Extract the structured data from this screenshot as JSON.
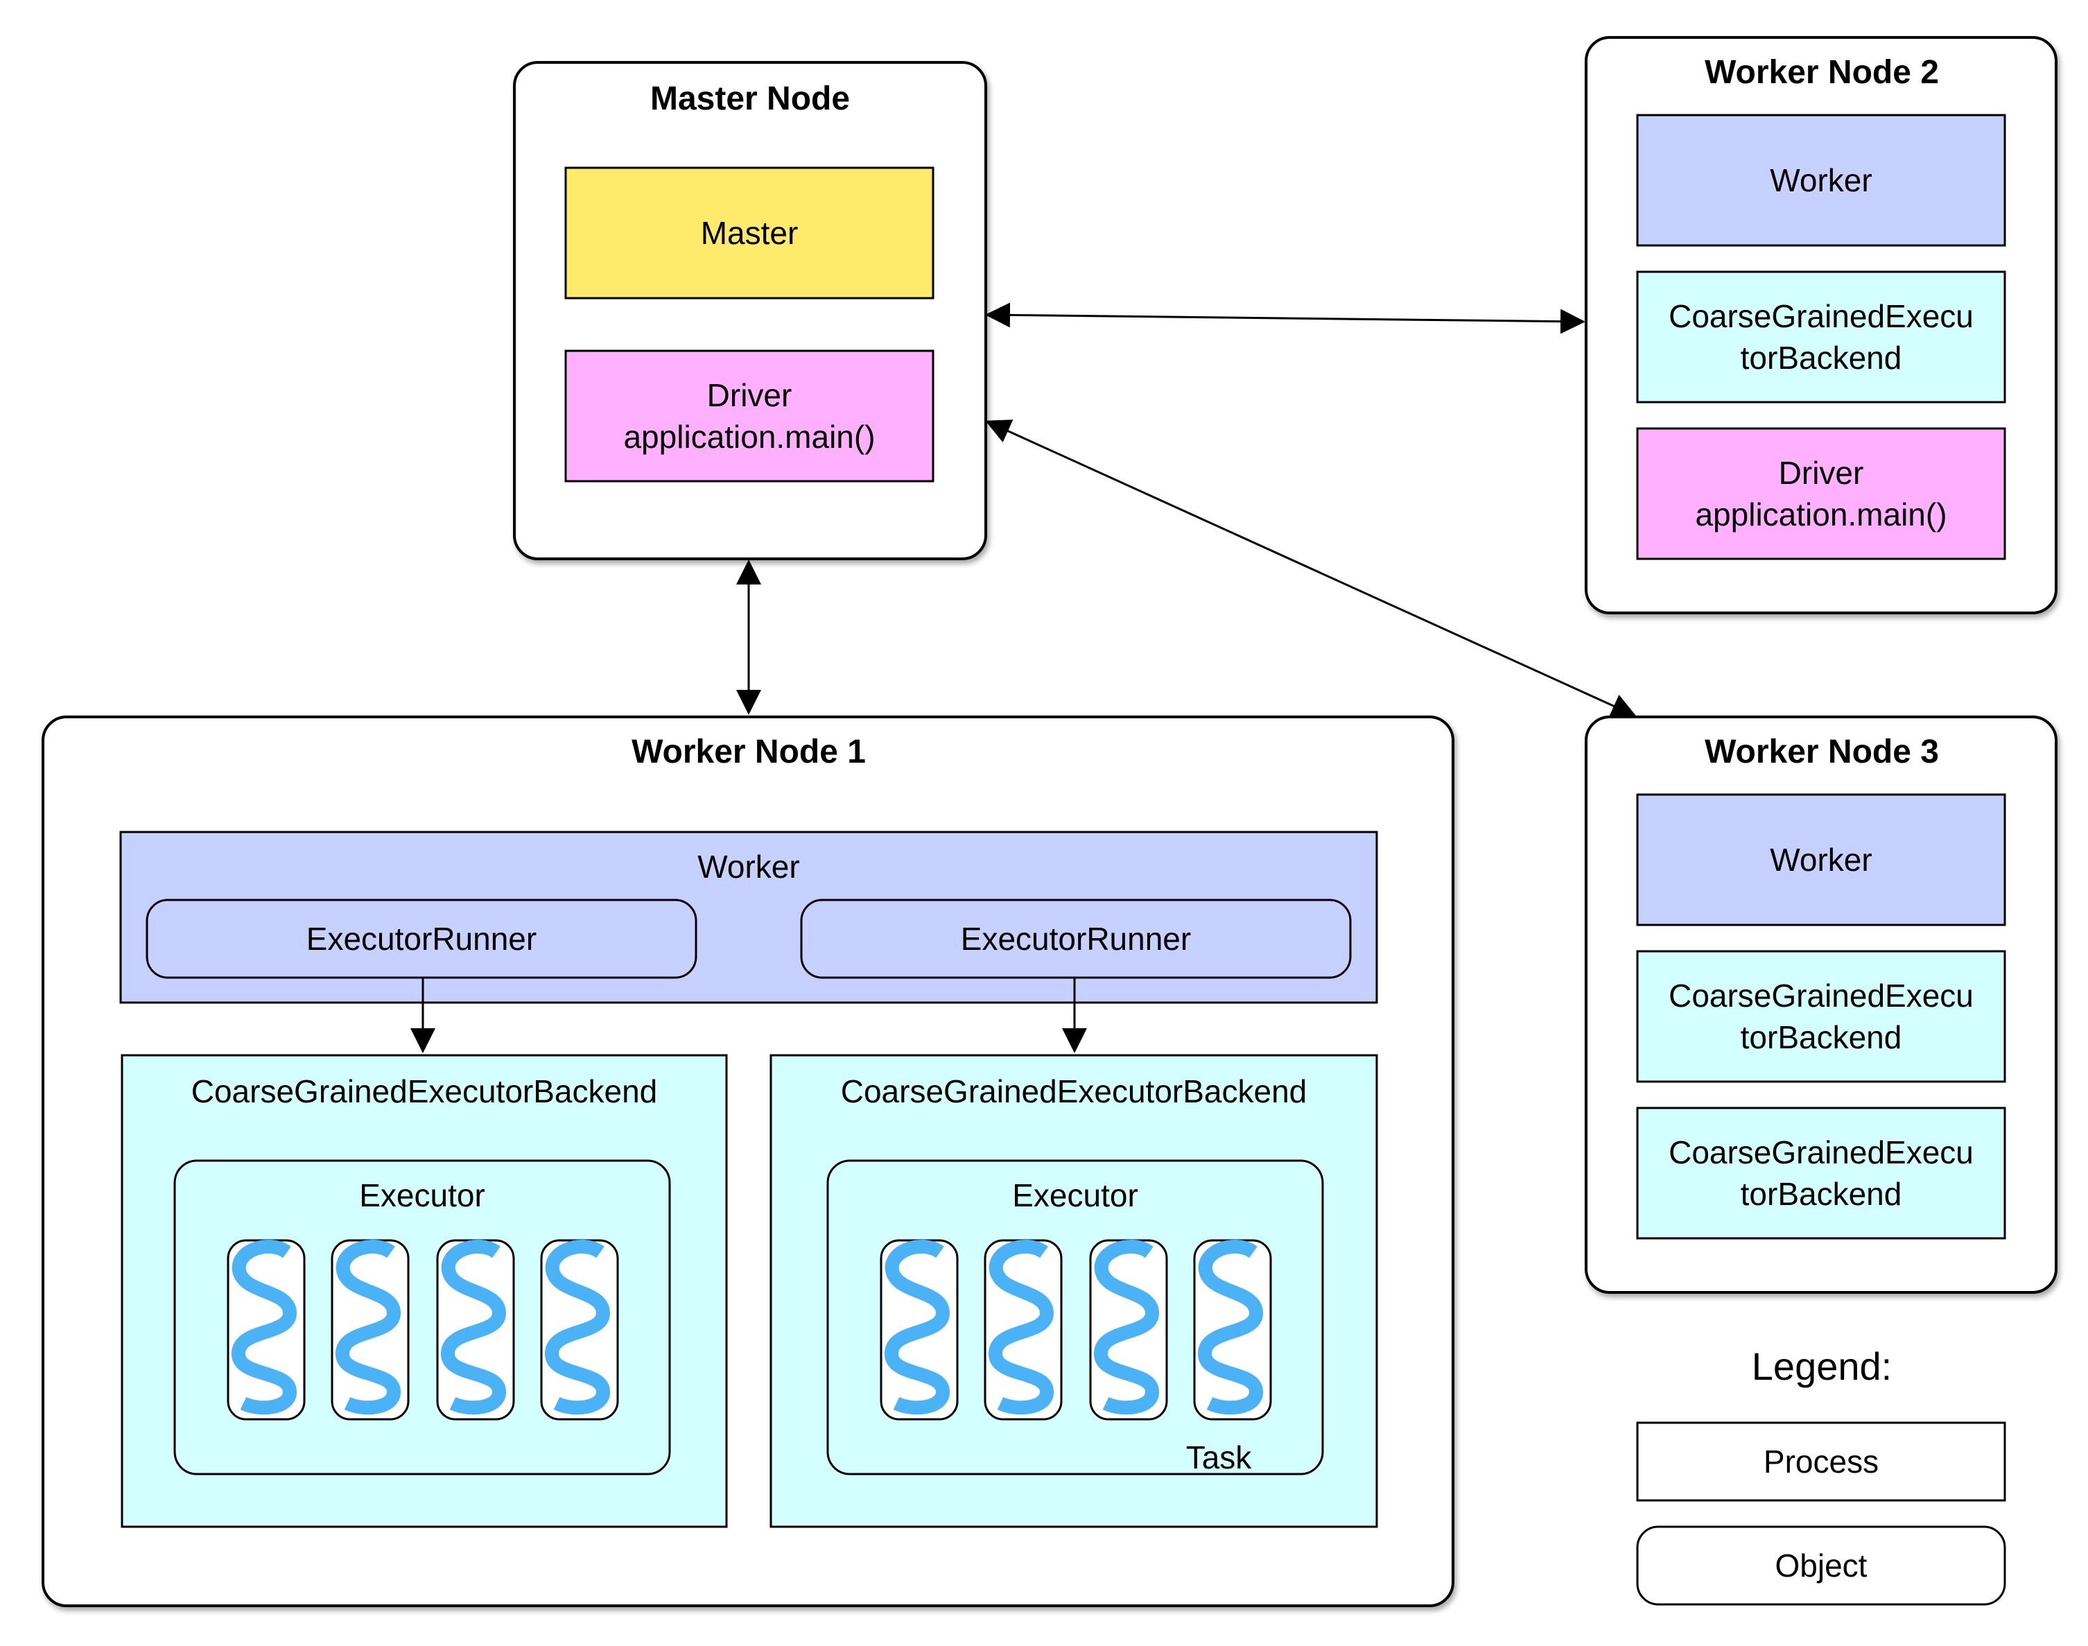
{
  "master_node": {
    "title": "Master Node",
    "master": "Master",
    "driver_line1": "Driver",
    "driver_line2": "application.main()"
  },
  "worker_node_1": {
    "title": "Worker Node 1",
    "worker": "Worker",
    "executor_runner_left": "ExecutorRunner",
    "executor_runner_right": "ExecutorRunner",
    "backend_left": "CoarseGrainedExecutorBackend",
    "backend_right": "CoarseGrainedExecutorBackend",
    "executor_left": "Executor",
    "executor_right": "Executor",
    "task_label": "Task"
  },
  "worker_node_2": {
    "title": "Worker Node 2",
    "worker": "Worker",
    "backend_line1": "CoarseGrainedExecu",
    "backend_line2": "torBackend",
    "driver_line1": "Driver",
    "driver_line2": "application.main()"
  },
  "worker_node_3": {
    "title": "Worker Node 3",
    "worker": "Worker",
    "backend1_line1": "CoarseGrainedExecu",
    "backend1_line2": "torBackend",
    "backend2_line1": "CoarseGrainedExecu",
    "backend2_line2": "torBackend"
  },
  "legend": {
    "title": "Legend:",
    "process": "Process",
    "object": "Object"
  },
  "colors": {
    "master": "#ffeb6b",
    "driver": "#ffb0ff",
    "worker": "#c7d1ff",
    "backend": "#d3ffff",
    "task_thread": "#4ab2f5",
    "border": "#000000"
  }
}
